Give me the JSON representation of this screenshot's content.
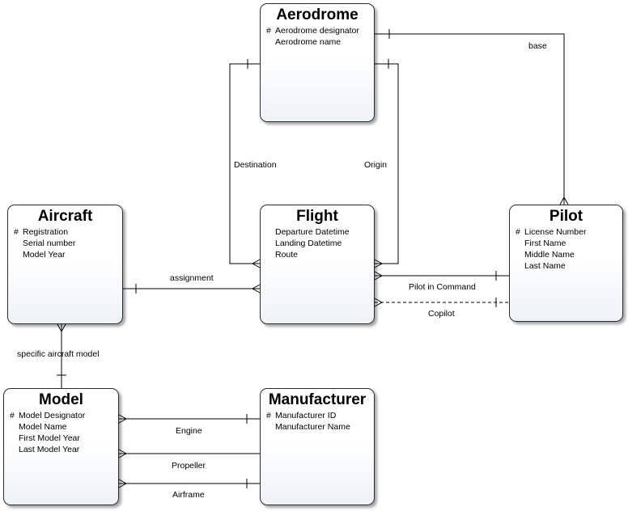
{
  "entities": {
    "aerodrome": {
      "title": "Aerodrome",
      "attributes": [
        {
          "name": "Aerodrome designator",
          "key": "#"
        },
        {
          "name": "Aerodrome name",
          "key": ""
        }
      ]
    },
    "aircraft": {
      "title": "Aircraft",
      "attributes": [
        {
          "name": "Registration",
          "key": "#"
        },
        {
          "name": "Serial number",
          "key": ""
        },
        {
          "name": "Model Year",
          "key": ""
        }
      ]
    },
    "flight": {
      "title": "Flight",
      "attributes": [
        {
          "name": "Departure Datetime",
          "key": ""
        },
        {
          "name": "Landing Datetime",
          "key": ""
        },
        {
          "name": "Route",
          "key": ""
        }
      ]
    },
    "pilot": {
      "title": "Pilot",
      "attributes": [
        {
          "name": "License Number",
          "key": "#"
        },
        {
          "name": "First Name",
          "key": ""
        },
        {
          "name": "Middle Name",
          "key": ""
        },
        {
          "name": "Last Name",
          "key": ""
        }
      ]
    },
    "model": {
      "title": "Model",
      "attributes": [
        {
          "name": "Model Designator",
          "key": "#"
        },
        {
          "name": "Model Name",
          "key": ""
        },
        {
          "name": "First Model Year",
          "key": ""
        },
        {
          "name": "Last Model Year",
          "key": ""
        }
      ]
    },
    "manufacturer": {
      "title": "Manufacturer",
      "attributes": [
        {
          "name": "Manufacturer ID",
          "key": "#"
        },
        {
          "name": "Manufacturer Name",
          "key": ""
        }
      ]
    }
  },
  "relationships": {
    "base": "base",
    "destination": "Destination",
    "origin": "Origin",
    "assignment": "assignment",
    "pilot_in_command": "Pilot in Command",
    "copilot": "Copilot",
    "specific_aircraft_model": "specific aircraft model",
    "engine": "Engine",
    "propeller": "Propeller",
    "airframe": "Airframe"
  }
}
